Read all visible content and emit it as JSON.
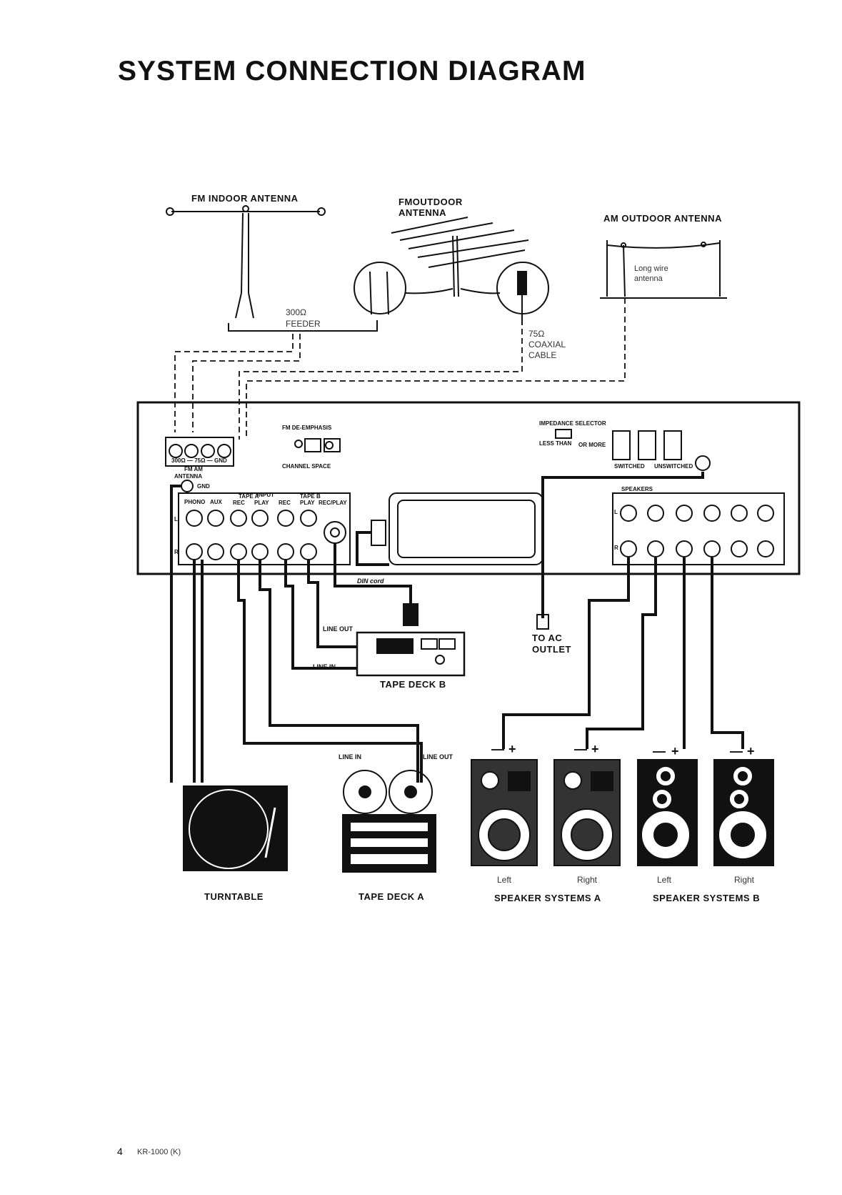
{
  "title": "SYSTEM CONNECTION DIAGRAM",
  "antennas": {
    "fm_indoor": "FM INDOOR ANTENNA",
    "fm_outdoor_1": "FMOUTDOOR",
    "fm_outdoor_2": "ANTENNA",
    "am_outdoor": "AM OUTDOOR ANTENNA",
    "long_wire_1": "Long wire",
    "long_wire_2": "antenna",
    "feeder_1": "300Ω",
    "feeder_2": "FEEDER",
    "coax_1": "75Ω",
    "coax_2": "COAXIAL",
    "coax_3": "CABLE"
  },
  "panel": {
    "antenna_terms": "300Ω — 75Ω — GND",
    "fm_am": "FM  AM",
    "antenna_label": "ANTENNA",
    "gnd": "GND",
    "input": "INPUT",
    "phono": "PHONO",
    "aux": "AUX",
    "tape_a": "TAPE A",
    "tape_b": "TAPE B",
    "rec": "REC",
    "play": "PLAY",
    "rec_play": "REC/PLAY",
    "l": "L",
    "r": "R",
    "fm_deemphasis": "FM DE-EMPHASIS",
    "channel_space": "CHANNEL SPACE",
    "impedance_selector": "IMPEDANCE SELECTOR",
    "less_than": "LESS THAN",
    "or_more": "OR MORE",
    "switched": "SWITCHED",
    "unswitched": "UNSWITCHED",
    "speakers": "SPEAKERS",
    "din_cord": "DIN cord"
  },
  "devices": {
    "tape_deck_b": "TAPE DECK B",
    "line_out": "LINE OUT",
    "line_in": "LINE IN",
    "line_in_a": "LINE IN",
    "line_out_a": "LINE OUT",
    "ac_outlet_1": "TO AC",
    "ac_outlet_2": "OUTLET",
    "turntable": "TURNTABLE",
    "tape_deck_a": "TAPE DECK A",
    "speakers_a": "SPEAKER SYSTEMS A",
    "speakers_b": "SPEAKER SYSTEMS B",
    "left": "Left",
    "right": "Right",
    "minus": "—",
    "plus": "+"
  },
  "footer": {
    "page_number": "4",
    "model": "KR-1000 (K)"
  }
}
